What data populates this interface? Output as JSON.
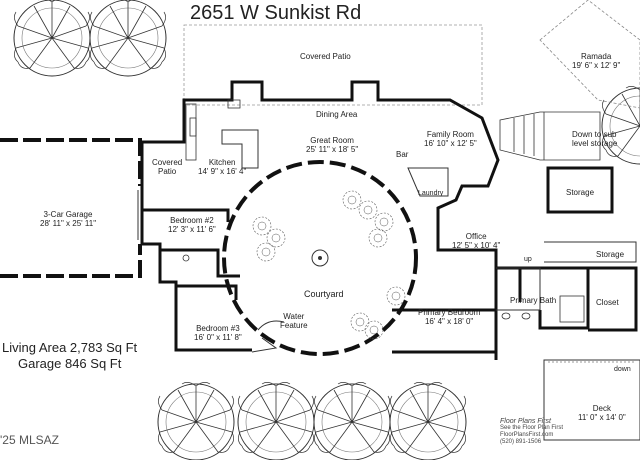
{
  "title": "2651 W Sunkist Rd",
  "summary": {
    "living_area": "Living Area 2,783 Sq Ft",
    "garage": "Garage 846 Sq Ft"
  },
  "footer_mls": "'25 MLSAZ",
  "rooms": {
    "covered_patio_top": "Covered Patio",
    "ramada": {
      "name": "Ramada",
      "dims": "19' 6\" x 12' 9\""
    },
    "dining_area": "Dining Area",
    "great_room": {
      "name": "Great Room",
      "dims": "25' 11\" x 18' 5\""
    },
    "family_room": {
      "name": "Family Room",
      "dims": "16' 10\" x 12' 5\""
    },
    "down_to_storage": {
      "line1": "Down to sub",
      "line2": "level storage"
    },
    "bar": "Bar",
    "laundry": "Laundry",
    "kitchen": {
      "name": "Kitchen",
      "dims": "14' 9\" x 16' 4\""
    },
    "covered_patio_side": {
      "line1": "Covered",
      "line2": "Patio"
    },
    "garage": {
      "name": "3-Car Garage",
      "dims": "28' 11\" x 25' 11\""
    },
    "bedroom2": {
      "name": "Bedroom #2",
      "dims": "12' 3\" x 11' 6\""
    },
    "storage_upper": "Storage",
    "storage_lower": "Storage",
    "office": {
      "name": "Office",
      "dims": "12' 5\" x 10' 4\""
    },
    "courtyard": "Courtyard",
    "water_feature": {
      "line1": "Water",
      "line2": "Feature"
    },
    "primary_bath": "Primary Bath",
    "closet": "Closet",
    "primary_bedroom": {
      "name": "Primary Bedroom",
      "dims": "16' 4\" x 18' 0\""
    },
    "bedroom3": {
      "name": "Bedroom #3",
      "dims": "16' 0\" x 11' 8\""
    },
    "deck": {
      "name": "Deck",
      "dims": "11' 0\" x 14' 0\""
    },
    "up": "up",
    "down": "down"
  },
  "logo": {
    "line1": "Floor Plans First",
    "line2": "See the Floor Plan First",
    "line3": "FloorPlansFirst.com",
    "line4": "(520) 891-1506"
  }
}
